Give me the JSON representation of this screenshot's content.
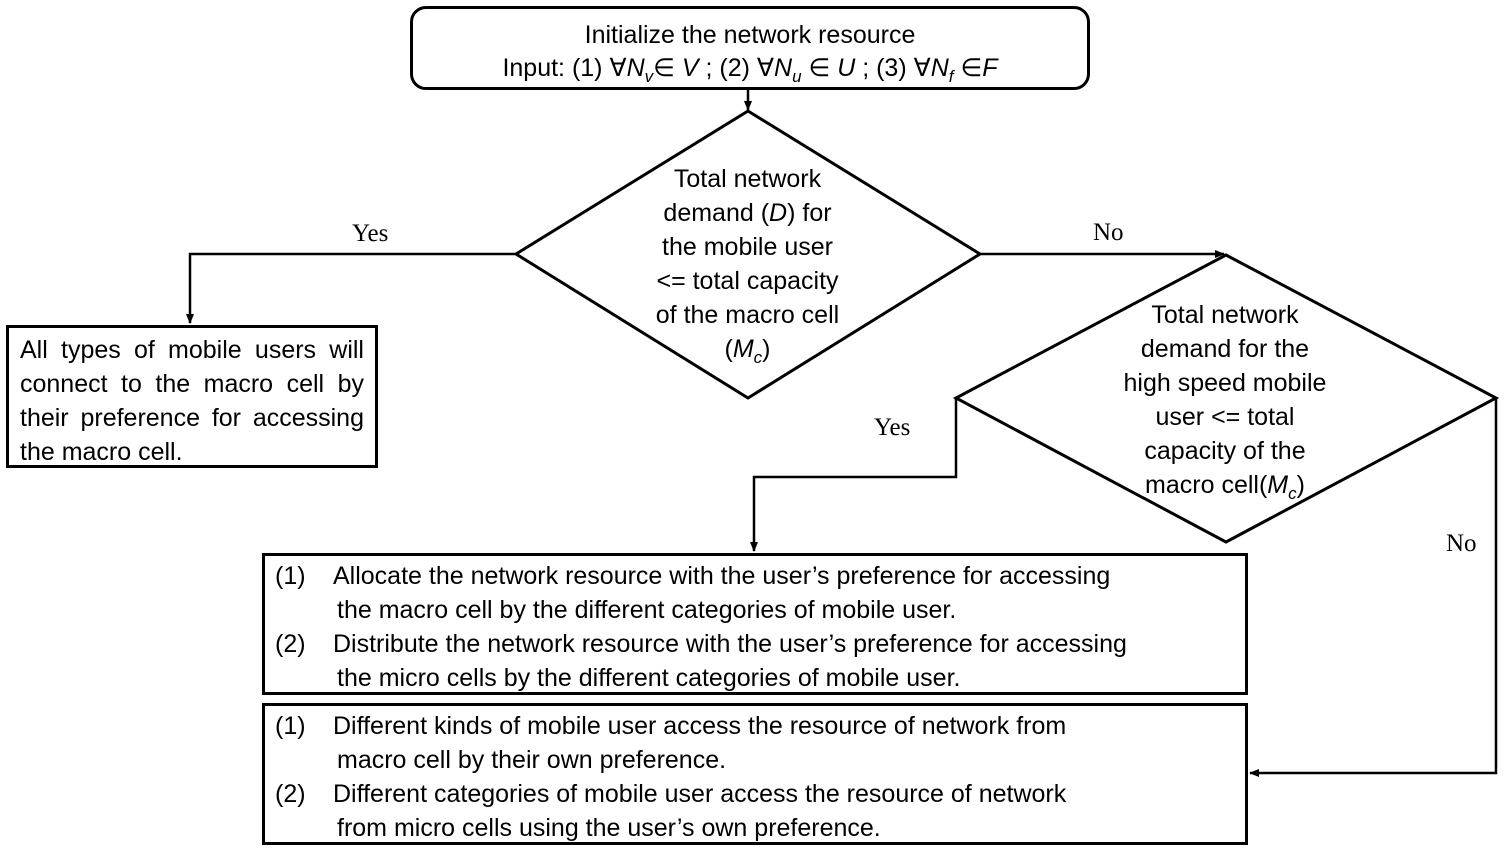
{
  "start": {
    "line1": "Initialize the network resource",
    "input_prefix": "Input: (1) ∀",
    "v_var": "N",
    "v_sub": "v",
    "v_mid": "∈ ",
    "v_set": "V",
    "sep1": " ; (2) ∀",
    "u_var": "N",
    "u_sub": "u",
    "u_mid": " ∈ ",
    "u_set": "U",
    "sep2": " ; (3) ∀",
    "f_var": "N",
    "f_sub": "f",
    "f_mid": " ∈",
    "f_set": "F"
  },
  "decision1": {
    "line1": "Total network",
    "line2_pre": "demand (",
    "line2_var": "D",
    "line2_post": ") for",
    "line3": "the mobile user",
    "line4": "<= total capacity",
    "line5": "of the macro cell",
    "line6_pre": "(",
    "line6_var": "M",
    "line6_sub": "c",
    "line6_post": ")"
  },
  "decision2": {
    "line1": "Total network",
    "line2": "demand for the",
    "line3": "high speed mobile",
    "line4": "user <= total",
    "line5": "capacity of the",
    "line6_pre": "macro cell(",
    "line6_var": "M",
    "line6_sub": "c",
    "line6_post": ")"
  },
  "labels": {
    "yes1": "Yes",
    "no1": "No",
    "yes2": "Yes",
    "no2": "No"
  },
  "yes_box": {
    "text": "All types of mobile users will connect to the macro cell by their preference for accessing the macro cell."
  },
  "middle_box": {
    "items": [
      {
        "num": "(1)",
        "line1": "Allocate the network resource with the user’s preference for  accessing",
        "line2": "the macro cell by the different categories of mobile user."
      },
      {
        "num": "(2)",
        "line1": "Distribute the network resource with the user’s preference for accessing",
        "line2": "the micro cells by the different categories of mobile user."
      }
    ]
  },
  "bottom_box": {
    "items": [
      {
        "num": "(1)",
        "line1": "Different kinds of mobile user access the resource of network from",
        "line2": "macro cell by their own preference."
      },
      {
        "num": "(2)",
        "line1": "Different categories of mobile user access the resource of network",
        "line2": "from micro cells using the user’s own preference."
      }
    ]
  }
}
